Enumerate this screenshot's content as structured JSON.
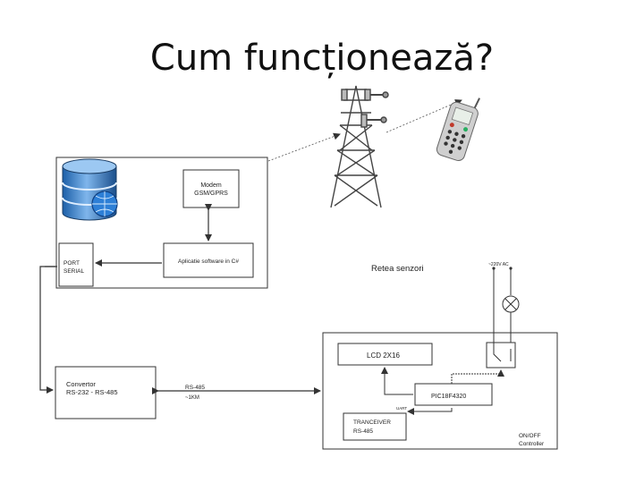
{
  "slide": {
    "title": "Cum funcționează?"
  },
  "diagram": {
    "modem": [
      "Modem",
      "GSM/GPRS"
    ],
    "app": "Aplicatie software in C#",
    "port": [
      "PORT",
      "SERIAL"
    ],
    "convertor": [
      "Convertor",
      "RS-232 - RS-485"
    ],
    "bus": [
      "RS-485",
      "~1KM"
    ],
    "network": "Retea senzori",
    "supply": "~220V AC",
    "lcd": "LCD 2X16",
    "mcu": "PIC18F4320",
    "uart": "UART",
    "transceiver": [
      "TRANCEIVER",
      "RS-485"
    ],
    "controller": [
      "ON/OFF",
      "Controller"
    ]
  },
  "icons": [
    "database-icon",
    "cell-tower-icon",
    "mobile-phone-icon",
    "lamp-icon",
    "relay-icon"
  ]
}
